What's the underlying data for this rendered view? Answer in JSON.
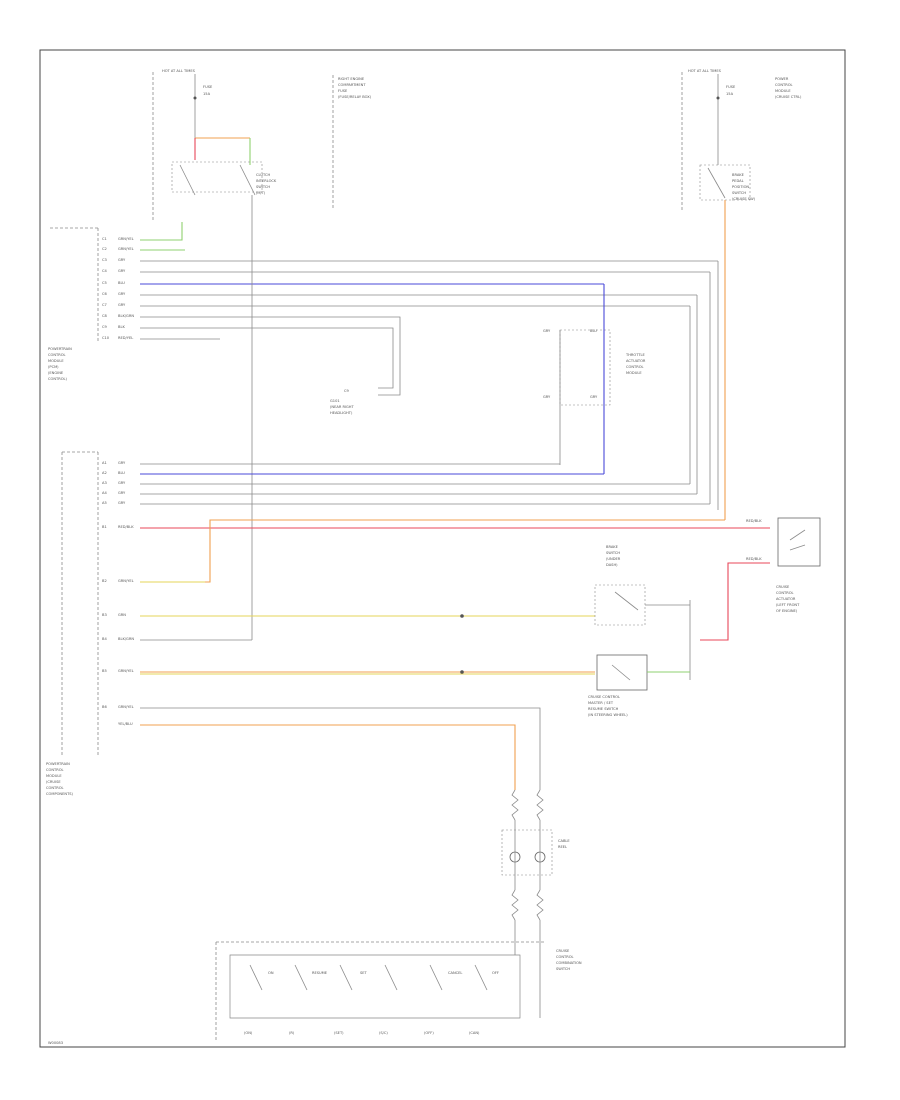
{
  "diagram": {
    "footer_code": "W00083",
    "components": {
      "fuse_box_left": [
        "HOT AT ALL TIMES",
        "FUSE",
        "15A"
      ],
      "fuse_box_right": [
        "HOT AT ALL TIMES",
        "FUSE",
        "15A"
      ],
      "clutch_switch": [
        "CLUTCH",
        "INTERLOCK",
        "SWITCH",
        "(M/T)"
      ],
      "brake_pedal_switch": [
        "BRAKE",
        "PEDAL",
        "POSITION",
        "SWITCH",
        "(CRUISE SW)"
      ],
      "fuse_note_top": [
        "RIGHT ENGINE",
        "COMPARTMENT",
        "FUSE",
        "(FUSE/RELAY BOX)"
      ],
      "fuse_note_right": [
        "POWER",
        "CONTROL",
        "MODULE",
        "(CRUISE CTRL)"
      ],
      "ecm_top": [
        "POWERTRAIN",
        "CONTROL",
        "MODULE",
        "(PCM)",
        "(ENGINE",
        "CONTROL)"
      ],
      "cruise_ground": [
        "G101",
        "(NEAR RIGHT",
        "HEADLIGHT)"
      ],
      "throttle_actuator": [
        "THROTTLE",
        "ACTUATOR",
        "CONTROL",
        "MODULE"
      ],
      "ecm_left": [
        "POWERTRAIN",
        "CONTROL",
        "MODULE",
        "(CRUISE",
        "CONTROL",
        "COMPONENTS)"
      ],
      "cruise_actuator": [
        "CRUISE",
        "CONTROL",
        "ACTUATOR",
        "(LEFT FRONT",
        "OF ENGINE)"
      ],
      "brake_switch_2": [
        "BRAKE",
        "SWITCH",
        "(UNDER",
        "DASH)"
      ],
      "cable_reel": [
        "CABLE",
        "REEL"
      ],
      "cruise_control_switch": [
        "CRUISE CONTROL",
        "MASTER / SET",
        "RESUME SWITCH",
        "(IN STEERING WHEEL)"
      ],
      "combination_switch": [
        "CRUISE",
        "CONTROL",
        "COMBINATION",
        "SWITCH"
      ]
    },
    "switch_labels": [
      "ON",
      "RESUME",
      "SET",
      "CANCEL",
      "OFF"
    ],
    "connector_labels_top": [
      "C1",
      "C2",
      "C3",
      "C4",
      "C5",
      "C6",
      "C7",
      "C8",
      "C9",
      "C10"
    ],
    "wire_labels_top": [
      "GRN/YEL",
      "GRN/YEL",
      "GRY",
      "GRY",
      "BLU",
      "GRY",
      "GRY",
      "BLK/GRN",
      "BLK",
      "RED/YEL"
    ],
    "connector_labels_lower": [
      "A1",
      "A2",
      "A3",
      "A4",
      "A5",
      "B1",
      "B2",
      "B3",
      "B4",
      "B5",
      "B6"
    ],
    "wire_labels_lower": [
      "GRY",
      "BLU",
      "GRY",
      "GRY",
      "GRY",
      "RED/BLK",
      "GRN/YEL",
      "GRN",
      "BLK/GRN",
      "GRN/YEL",
      "YEL/BLU"
    ],
    "bottom_switch_labels": [
      "(ON)",
      "(R)",
      "(SET)",
      "(S/C)",
      "(OFF)",
      "(CAN)"
    ],
    "colors": {
      "red": "#e8475a",
      "orange": "#f0a050",
      "green": "#8fd070",
      "blue": "#4a4ad8",
      "yellow": "#e6d45a",
      "gray": "#9a9a9a",
      "black": "#555555"
    }
  }
}
